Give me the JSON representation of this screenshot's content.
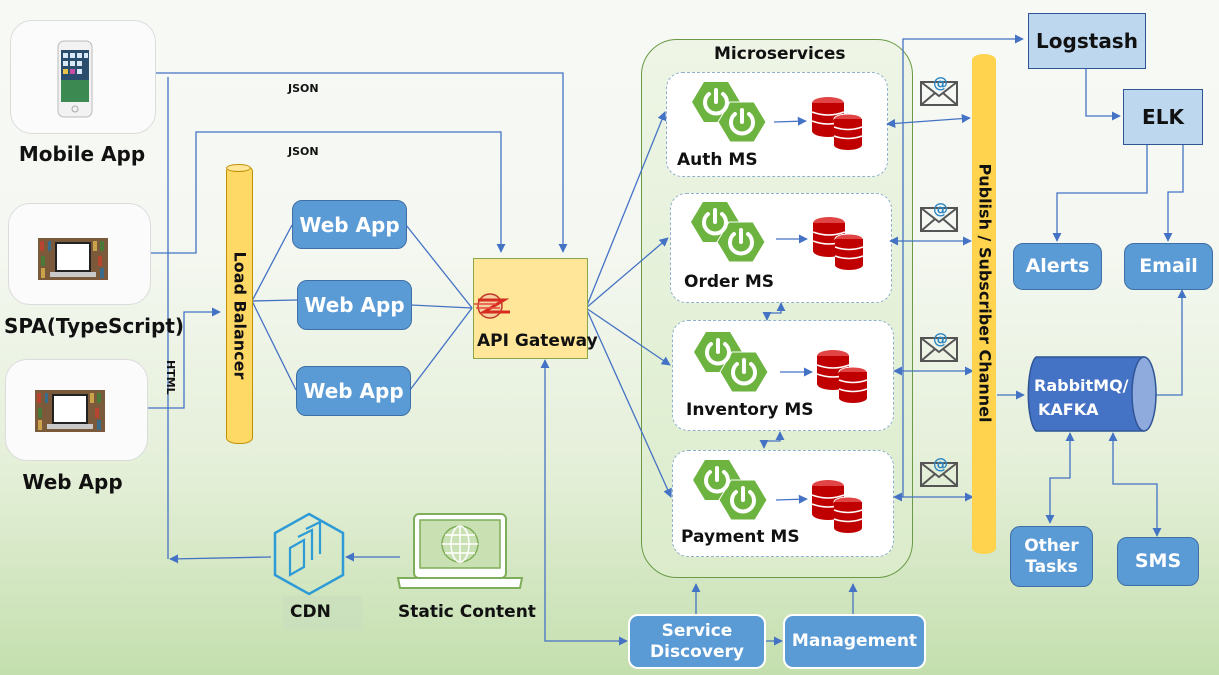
{
  "clients": {
    "mobile": {
      "label": "Mobile App",
      "icon": "smartphone-icon"
    },
    "spa": {
      "label": "SPA(TypeScript)",
      "icon": "laptop-icon"
    },
    "web": {
      "label": "Web App",
      "icon": "laptop-icon"
    }
  },
  "connection_labels": {
    "json_top": "JSON",
    "json_mid": "JSON",
    "html": "HTML"
  },
  "load_balancer": {
    "label": "Load Balancer"
  },
  "web_apps": [
    {
      "label": "Web App"
    },
    {
      "label": "Web App"
    },
    {
      "label": "Web App"
    }
  ],
  "api_gateway": {
    "label": "API Gateway",
    "icon": "gateway-logo-icon"
  },
  "microservices": {
    "title": "Microservices",
    "services": [
      {
        "label": "Auth MS",
        "icon": "spring-boot-icon",
        "db_icon": "database-icon"
      },
      {
        "label": "Order MS",
        "icon": "spring-boot-icon",
        "db_icon": "database-icon"
      },
      {
        "label": "Inventory MS",
        "icon": "spring-boot-icon",
        "db_icon": "database-icon"
      },
      {
        "label": "Payment MS",
        "icon": "spring-boot-icon",
        "db_icon": "database-icon"
      }
    ]
  },
  "pubsub": {
    "label": "Publish / Subscriber Channel",
    "message_icon": "email-at-icon"
  },
  "logging": {
    "logstash": "Logstash",
    "elk": "ELK"
  },
  "notifications": {
    "alerts": "Alerts",
    "email": "Email"
  },
  "broker": {
    "label_line1": "RabbitMQ/",
    "label_line2": "KAFKA"
  },
  "consumers": {
    "other_tasks_line1": "Other",
    "other_tasks_line2": "Tasks",
    "sms": "SMS"
  },
  "cdn": {
    "label": "CDN",
    "icon": "cdn-hexagon-icon"
  },
  "static_content": {
    "label": "Static Content",
    "icon": "laptop-globe-icon"
  },
  "service_discovery": {
    "line1": "Service",
    "line2": "Discovery"
  },
  "management": {
    "label": "Management"
  },
  "colors": {
    "connector": "#4472c4",
    "web_app_fill": "#5b9bd5",
    "gateway_fill": "#ffe699",
    "cylinder_fill": "#ffd966",
    "light_box_fill": "#bdd7ee",
    "broker_fill": "#4472c4",
    "spring_green": "#6db33f",
    "db_red": "#c00000"
  }
}
